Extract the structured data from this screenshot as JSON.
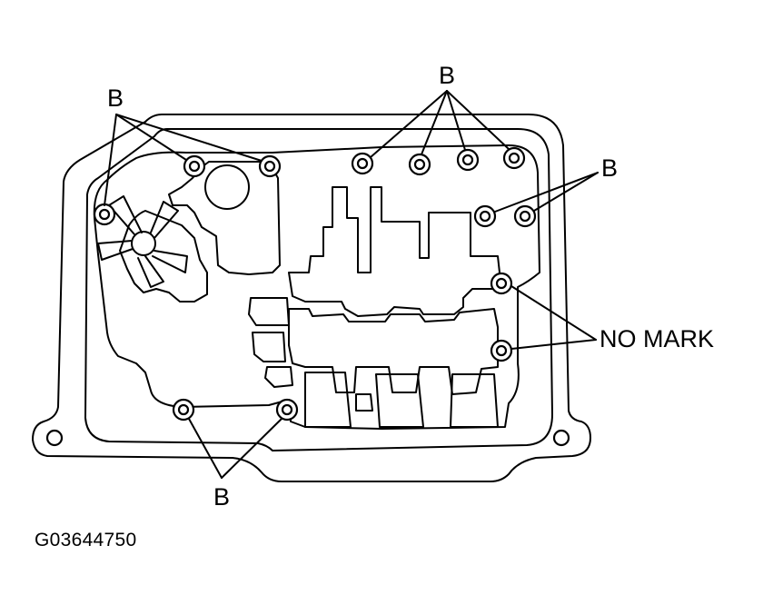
{
  "labels": {
    "bolt_type": "B",
    "no_mark": "NO MARK"
  },
  "figure_code": "G03644750",
  "colors": {
    "line": "#000000",
    "background": "#ffffff"
  }
}
